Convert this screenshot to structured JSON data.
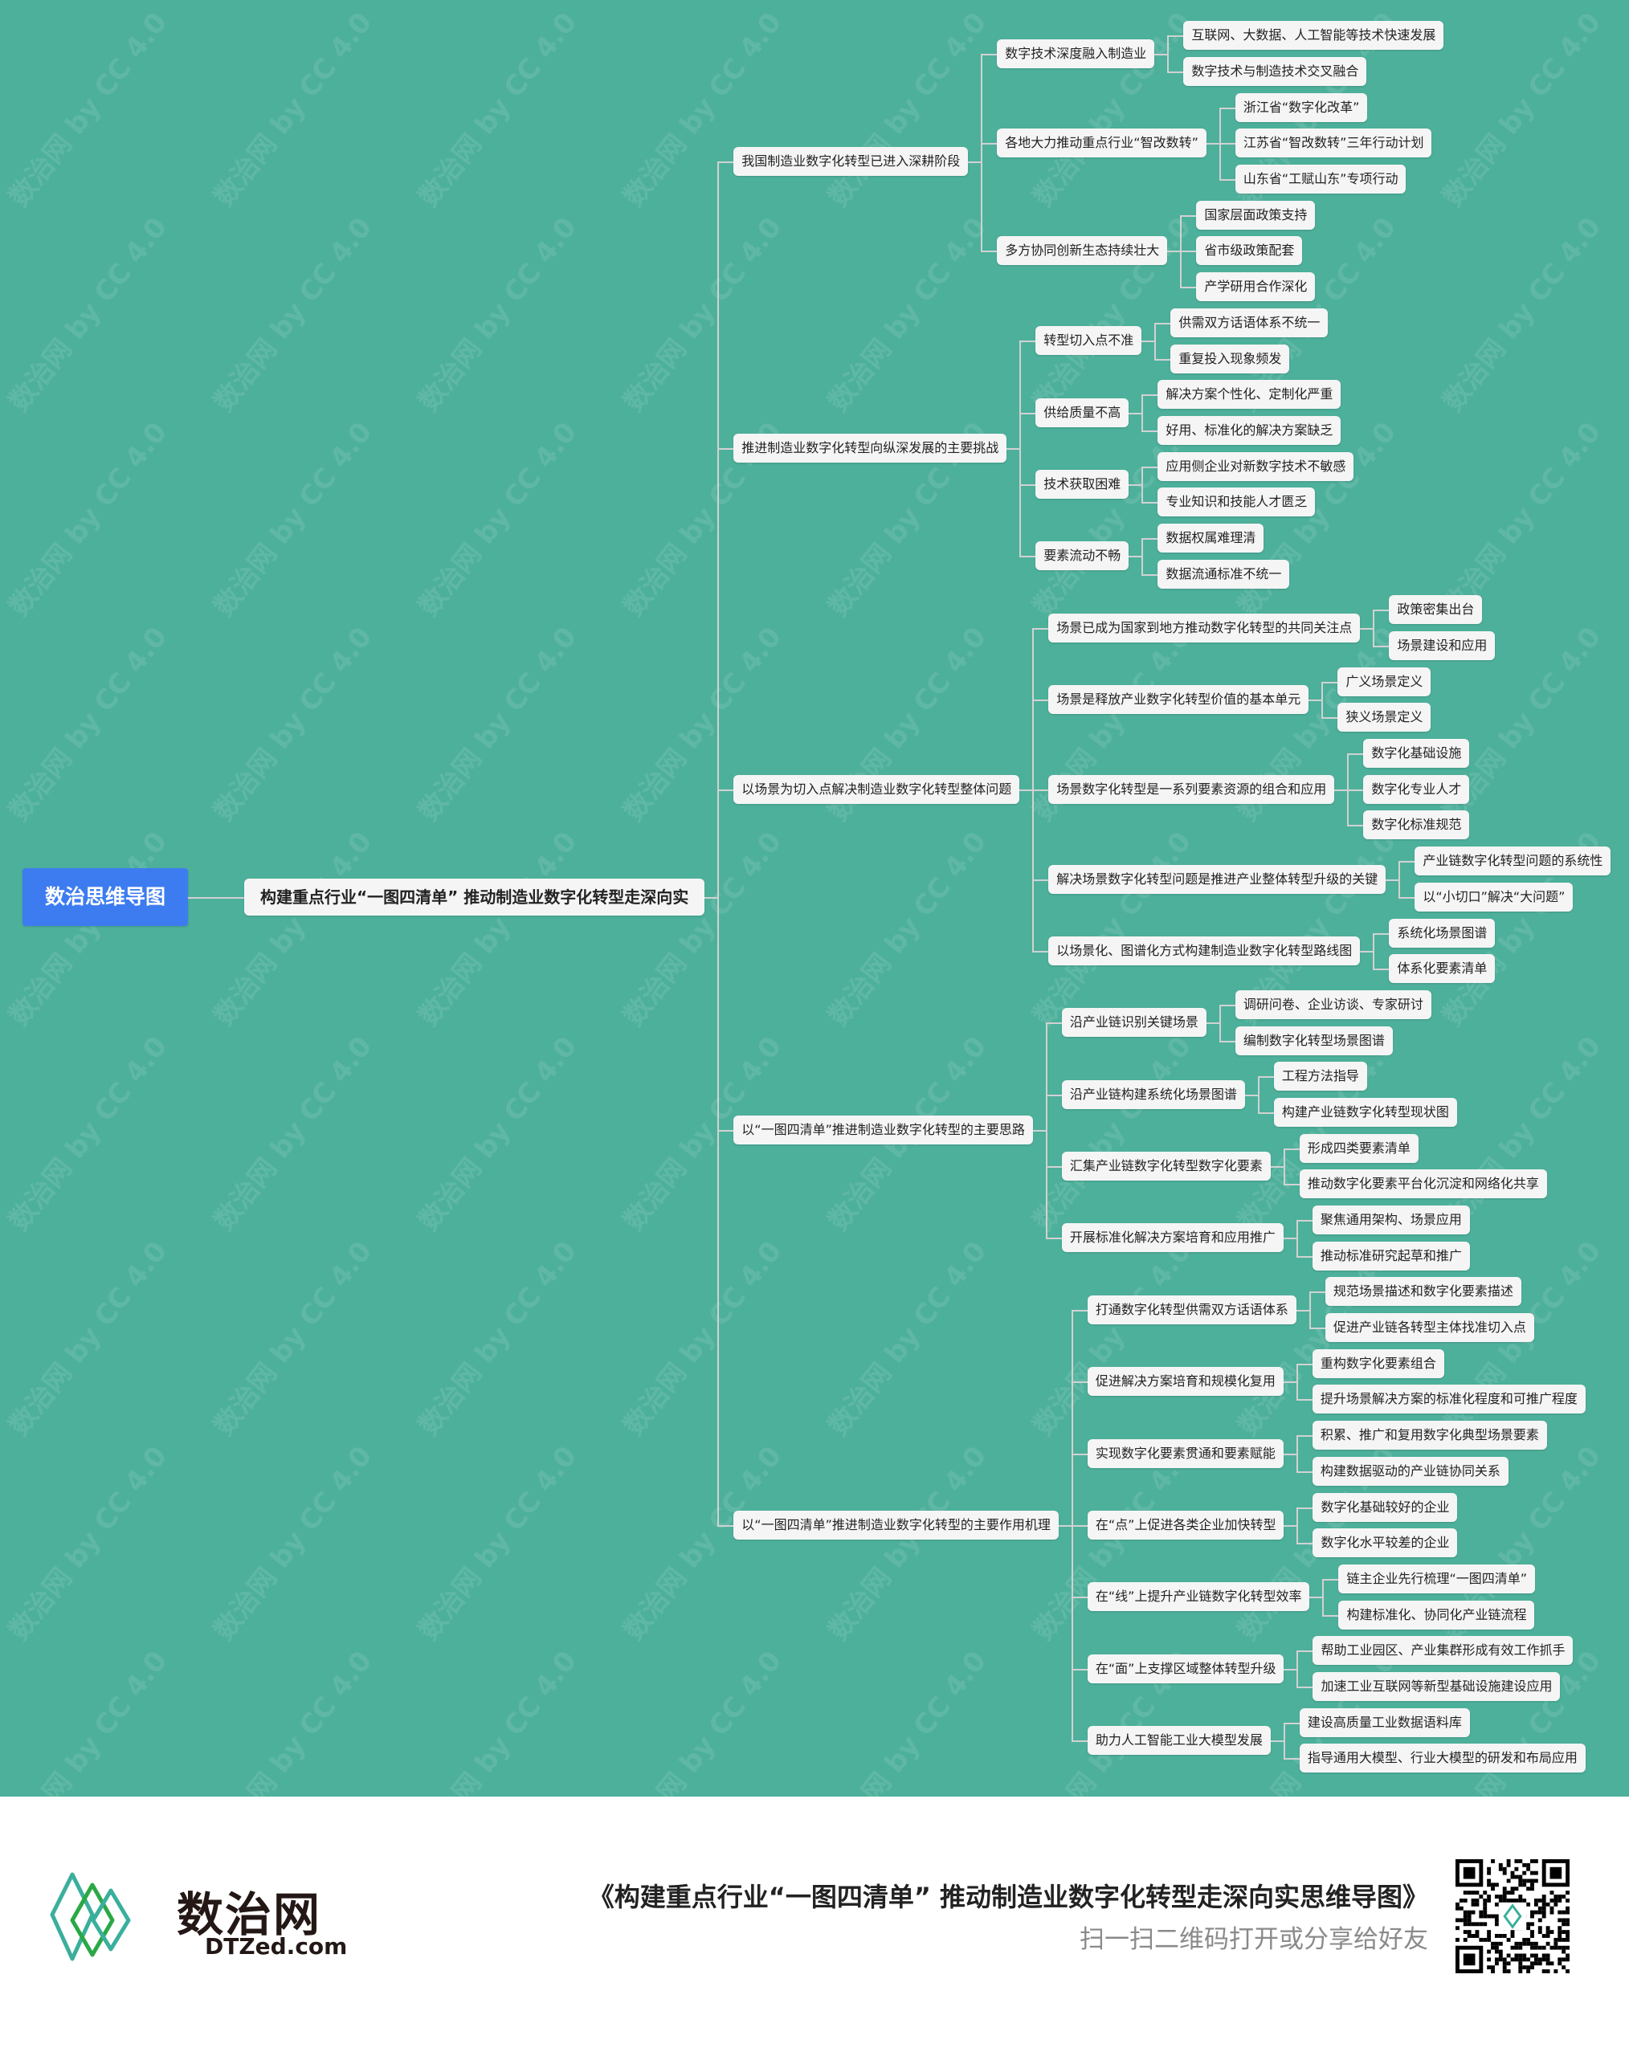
{
  "watermark": "数治网 by CC 4.0",
  "colors": {
    "background": "#4db09b",
    "root": "#3d7cf0",
    "node": "#f5f5f5",
    "line": "#d2d2d2"
  },
  "tree": {
    "label": "数治思维导图",
    "children": [
      {
        "label": "构建重点行业“一图四清单” 推动制造业数字化转型走深向实",
        "children": [
          {
            "label": "我国制造业数字化转型已进入深耕阶段",
            "children": [
              {
                "label": "数字技术深度融入制造业",
                "children": [
                  {
                    "label": "互联网、大数据、人工智能等技术快速发展"
                  },
                  {
                    "label": "数字技术与制造技术交叉融合"
                  }
                ]
              },
              {
                "label": "各地大力推动重点行业“智改数转”",
                "children": [
                  {
                    "label": "浙江省“数字化改革”"
                  },
                  {
                    "label": "江苏省“智改数转”三年行动计划"
                  },
                  {
                    "label": "山东省“工赋山东”专项行动"
                  }
                ]
              },
              {
                "label": "多方协同创新生态持续壮大",
                "children": [
                  {
                    "label": "国家层面政策支持"
                  },
                  {
                    "label": "省市级政策配套"
                  },
                  {
                    "label": "产学研用合作深化"
                  }
                ]
              }
            ]
          },
          {
            "label": "推进制造业数字化转型向纵深发展的主要挑战",
            "children": [
              {
                "label": "转型切入点不准",
                "children": [
                  {
                    "label": "供需双方话语体系不统一"
                  },
                  {
                    "label": "重复投入现象频发"
                  }
                ]
              },
              {
                "label": "供给质量不高",
                "children": [
                  {
                    "label": "解决方案个性化、定制化严重"
                  },
                  {
                    "label": "好用、标准化的解决方案缺乏"
                  }
                ]
              },
              {
                "label": "技术获取困难",
                "children": [
                  {
                    "label": "应用侧企业对新数字技术不敏感"
                  },
                  {
                    "label": "专业知识和技能人才匮乏"
                  }
                ]
              },
              {
                "label": "要素流动不畅",
                "children": [
                  {
                    "label": "数据权属难理清"
                  },
                  {
                    "label": "数据流通标准不统一"
                  }
                ]
              }
            ]
          },
          {
            "label": "以场景为切入点解决制造业数字化转型整体问题",
            "children": [
              {
                "label": "场景已成为国家到地方推动数字化转型的共同关注点",
                "children": [
                  {
                    "label": "政策密集出台"
                  },
                  {
                    "label": "场景建设和应用"
                  }
                ]
              },
              {
                "label": "场景是释放产业数字化转型价值的基本单元",
                "children": [
                  {
                    "label": "广义场景定义"
                  },
                  {
                    "label": "狭义场景定义"
                  }
                ]
              },
              {
                "label": "场景数字化转型是一系列要素资源的组合和应用",
                "children": [
                  {
                    "label": "数字化基础设施"
                  },
                  {
                    "label": "数字化专业人才"
                  },
                  {
                    "label": "数字化标准规范"
                  }
                ]
              },
              {
                "label": "解决场景数字化转型问题是推进产业整体转型升级的关键",
                "children": [
                  {
                    "label": "产业链数字化转型问题的系统性"
                  },
                  {
                    "label": "以“小切口”解决“大问题”"
                  }
                ]
              },
              {
                "label": "以场景化、图谱化方式构建制造业数字化转型路线图",
                "children": [
                  {
                    "label": "系统化场景图谱"
                  },
                  {
                    "label": "体系化要素清单"
                  }
                ]
              }
            ]
          },
          {
            "label": "以“一图四清单”推进制造业数字化转型的主要思路",
            "children": [
              {
                "label": "沿产业链识别关键场景",
                "children": [
                  {
                    "label": "调研问卷、企业访谈、专家研讨"
                  },
                  {
                    "label": "编制数字化转型场景图谱"
                  }
                ]
              },
              {
                "label": "沿产业链构建系统化场景图谱",
                "children": [
                  {
                    "label": "工程方法指导"
                  },
                  {
                    "label": "构建产业链数字化转型现状图"
                  }
                ]
              },
              {
                "label": "汇集产业链数字化转型数字化要素",
                "children": [
                  {
                    "label": "形成四类要素清单"
                  },
                  {
                    "label": "推动数字化要素平台化沉淀和网络化共享"
                  }
                ]
              },
              {
                "label": "开展标准化解决方案培育和应用推广",
                "children": [
                  {
                    "label": "聚焦通用架构、场景应用"
                  },
                  {
                    "label": "推动标准研究起草和推广"
                  }
                ]
              }
            ]
          },
          {
            "label": "以“一图四清单”推进制造业数字化转型的主要作用机理",
            "children": [
              {
                "label": "打通数字化转型供需双方话语体系",
                "children": [
                  {
                    "label": "规范场景描述和数字化要素描述"
                  },
                  {
                    "label": "促进产业链各转型主体找准切入点"
                  }
                ]
              },
              {
                "label": "促进解决方案培育和规模化复用",
                "children": [
                  {
                    "label": "重构数字化要素组合"
                  },
                  {
                    "label": "提升场景解决方案的标准化程度和可推广程度"
                  }
                ]
              },
              {
                "label": "实现数字化要素贯通和要素赋能",
                "children": [
                  {
                    "label": "积累、推广和复用数字化典型场景要素"
                  },
                  {
                    "label": "构建数据驱动的产业链协同关系"
                  }
                ]
              },
              {
                "label": "在“点”上促进各类企业加快转型",
                "children": [
                  {
                    "label": "数字化基础较好的企业"
                  },
                  {
                    "label": "数字化水平较差的企业"
                  }
                ]
              },
              {
                "label": "在“线”上提升产业链数字化转型效率",
                "children": [
                  {
                    "label": "链主企业先行梳理“一图四清单”"
                  },
                  {
                    "label": "构建标准化、协同化产业链流程"
                  }
                ]
              },
              {
                "label": "在“面”上支撑区域整体转型升级",
                "children": [
                  {
                    "label": "帮助工业园区、产业集群形成有效工作抓手"
                  },
                  {
                    "label": "加速工业互联网等新型基础设施建设应用"
                  }
                ]
              },
              {
                "label": "助力人工智能工业大模型发展",
                "children": [
                  {
                    "label": "建设高质量工业数据语料库"
                  },
                  {
                    "label": "指导通用大模型、行业大模型的研发和布局应用"
                  }
                ]
              }
            ]
          }
        ]
      }
    ]
  },
  "footer": {
    "logo_cn": "数治网",
    "logo_en": "DTZed.com",
    "title": "《构建重点行业“一图四清单” 推动制造业数字化转型走深向实思维导图》",
    "subtitle": "扫一扫二维码打开或分享给好友"
  }
}
